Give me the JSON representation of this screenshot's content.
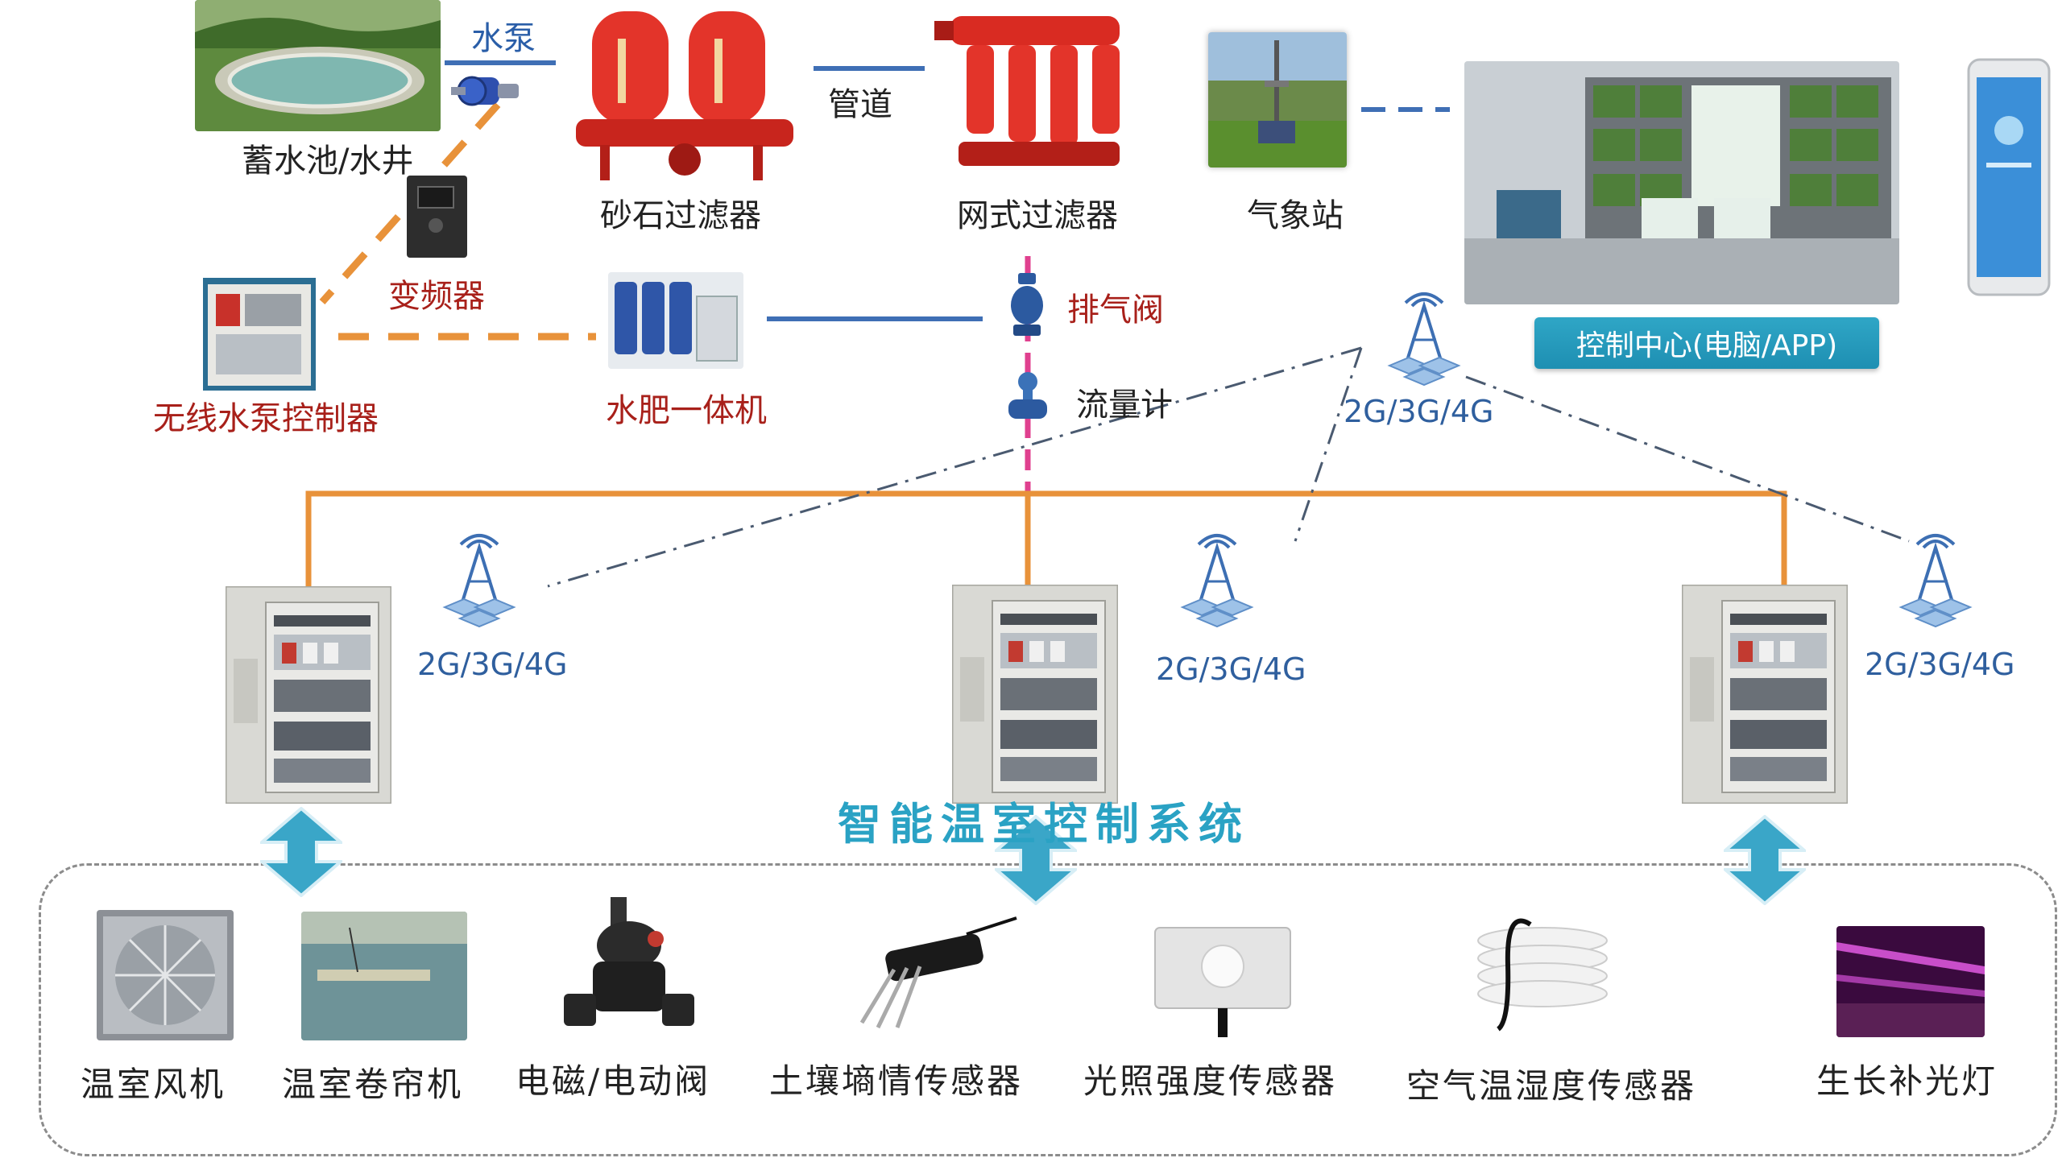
{
  "title": "智能温室控制系统",
  "labels": {
    "reservoir": "蓄水池/水井",
    "pump": "水泵",
    "sand_filter": "砂石过滤器",
    "pipe": "管道",
    "screen_filter": "网式过滤器",
    "weather_station": "气象站",
    "vfd": "变频器",
    "wireless_pump_controller": "无线水泵控制器",
    "fertigation_machine": "水肥一体机",
    "air_valve": "排气阀",
    "flow_meter": "流量计",
    "control_center": "控制中心(电脑/APP)"
  },
  "network": {
    "tower_main": "2G/3G/4G",
    "tower_left": "2G/3G/4G",
    "tower_mid": "2G/3G/4G",
    "tower_right": "2G/3G/4G"
  },
  "devices": [
    "温室风机",
    "温室卷帘机",
    "电磁/电动阀",
    "土壤墒情传感器",
    "光照强度传感器",
    "空气温湿度传感器",
    "生长补光灯"
  ],
  "colors": {
    "orange_line": "#e8923a",
    "blue_line": "#3f6fb5",
    "pink_line": "#e0408f",
    "cabinet": "#d8d8d4",
    "arrow": "#3aa6c8"
  },
  "icons": {
    "pump": "pump-icon",
    "tower": "cell-tower-icon",
    "arrow": "double-arrow-icon"
  }
}
